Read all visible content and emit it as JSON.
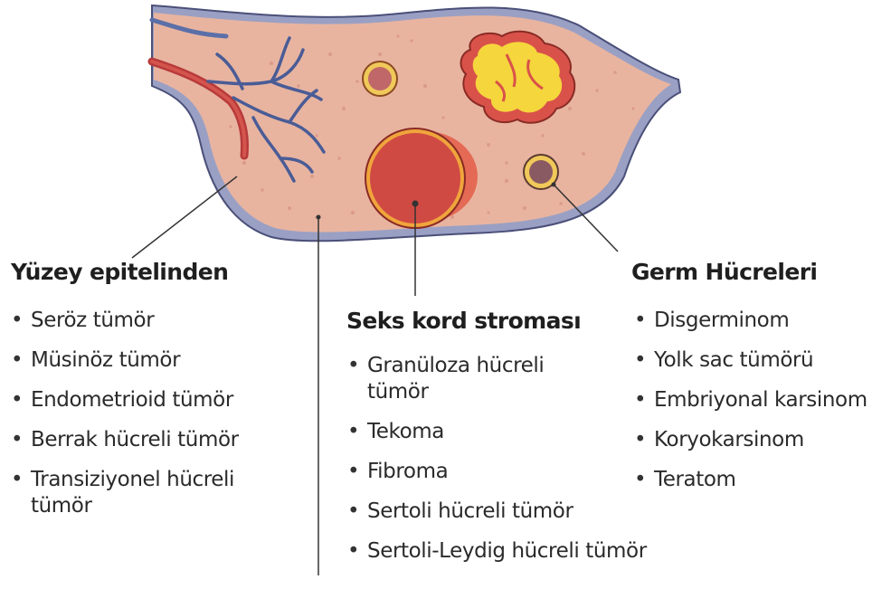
{
  "groups": {
    "surface_epithelium": {
      "title": "Yüzey epitelinden",
      "items": [
        "Seröz tümör",
        "Müsinöz tümör",
        "Endometrioid tümör",
        "Berrak hücreli tümör",
        "Transiziyonel hücreli tümör"
      ]
    },
    "sex_cord_stroma": {
      "title": "Seks kord stroması",
      "items": [
        "Granüloza hücreli tümör",
        "Tekoma",
        "Fibroma",
        "Sertoli hücreli tümör",
        "Sertoli-Leydig hücreli tümör"
      ]
    },
    "germ_cells": {
      "title": "Germ Hücreleri",
      "items": [
        "Disgerminom",
        "Yolk sac tümörü",
        "Embriyonal karsinom",
        "Koryokarsinom",
        "Teratom"
      ]
    }
  },
  "colors": {
    "stroma": "#e8b4a0",
    "capsule": "#9aa0c4",
    "corpus": "#f5d63c",
    "follicle": "#d9524a",
    "vessel": "#5b6fa8"
  }
}
